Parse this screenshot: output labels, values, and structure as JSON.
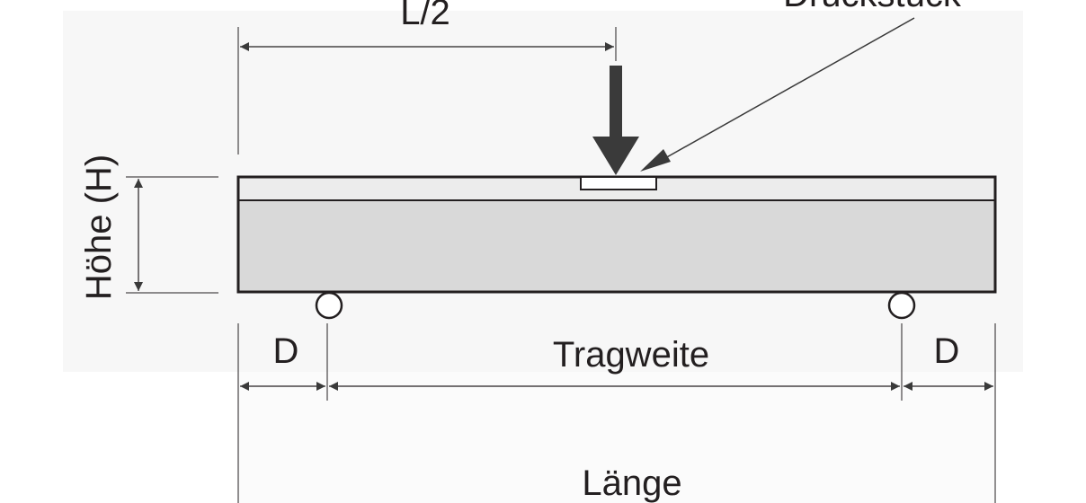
{
  "labels": {
    "half_length": "L/2",
    "pressure_piece": "Druckstück",
    "height": "Höhe (H)",
    "overhang_left": "D",
    "span": "Tragweite",
    "overhang_right": "D",
    "length": "Länge"
  },
  "colors": {
    "beam_fill": "#d9d9d9",
    "beam_top_fill": "#ececec",
    "line": "#231f20",
    "arrow": "#3a3a3a",
    "background_panel": "#f7f7f7"
  }
}
